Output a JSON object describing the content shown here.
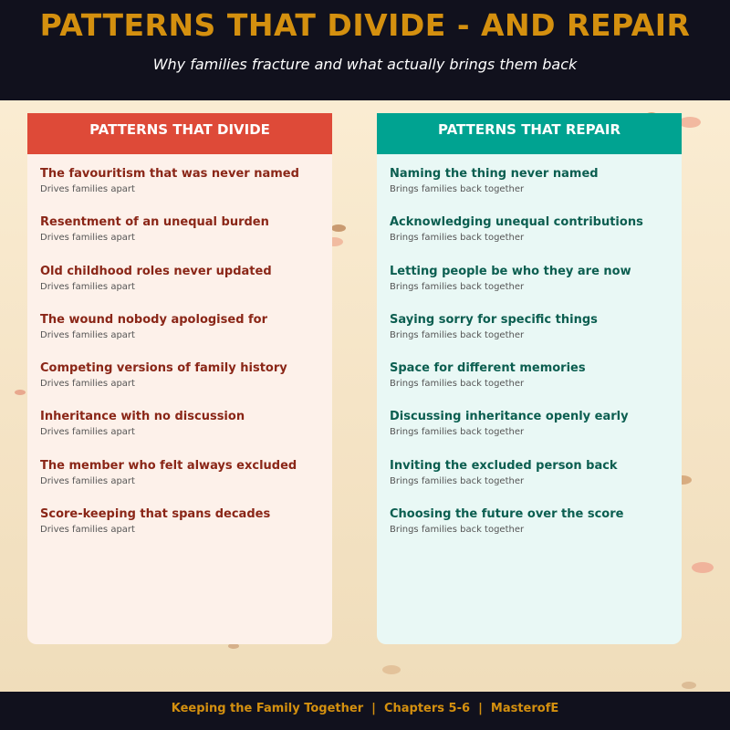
{
  "header": {
    "title": "PATTERNS THAT DIVIDE - AND REPAIR",
    "subtitle": "Why families fracture and what actually brings them back"
  },
  "colors": {
    "header_bg": "#11111d",
    "title_gold": "#d4900f",
    "divide_red": "#de4a38",
    "repair_teal": "#00a391"
  },
  "divide": {
    "heading": "PATTERNS THAT DIVIDE",
    "items": [
      {
        "title": "The favouritism that was never named",
        "sub": "Drives families apart"
      },
      {
        "title": "Resentment of an unequal burden",
        "sub": "Drives families apart"
      },
      {
        "title": "Old childhood roles never updated",
        "sub": "Drives families apart"
      },
      {
        "title": "The wound nobody apologised for",
        "sub": "Drives families apart"
      },
      {
        "title": "Competing versions of family history",
        "sub": "Drives families apart"
      },
      {
        "title": "Inheritance with no discussion",
        "sub": "Drives families apart"
      },
      {
        "title": "The member who felt always excluded",
        "sub": "Drives families apart"
      },
      {
        "title": "Score-keeping that spans decades",
        "sub": "Drives families apart"
      }
    ]
  },
  "repair": {
    "heading": "PATTERNS THAT REPAIR",
    "items": [
      {
        "title": "Naming the thing never named",
        "sub": "Brings families back together"
      },
      {
        "title": "Acknowledging unequal contributions",
        "sub": "Brings families back together"
      },
      {
        "title": "Letting people be who they are now",
        "sub": "Brings families back together"
      },
      {
        "title": "Saying sorry for specific things",
        "sub": "Brings families back together"
      },
      {
        "title": "Space for different memories",
        "sub": "Brings families back together"
      },
      {
        "title": "Discussing inheritance openly early",
        "sub": "Brings families back together"
      },
      {
        "title": "Inviting the excluded person back",
        "sub": "Brings families back together"
      },
      {
        "title": "Choosing the future over the score",
        "sub": "Brings families back together"
      }
    ]
  },
  "footer": {
    "text": "Keeping the Family Together  |  Chapters 5-6  |  MasterofE"
  }
}
